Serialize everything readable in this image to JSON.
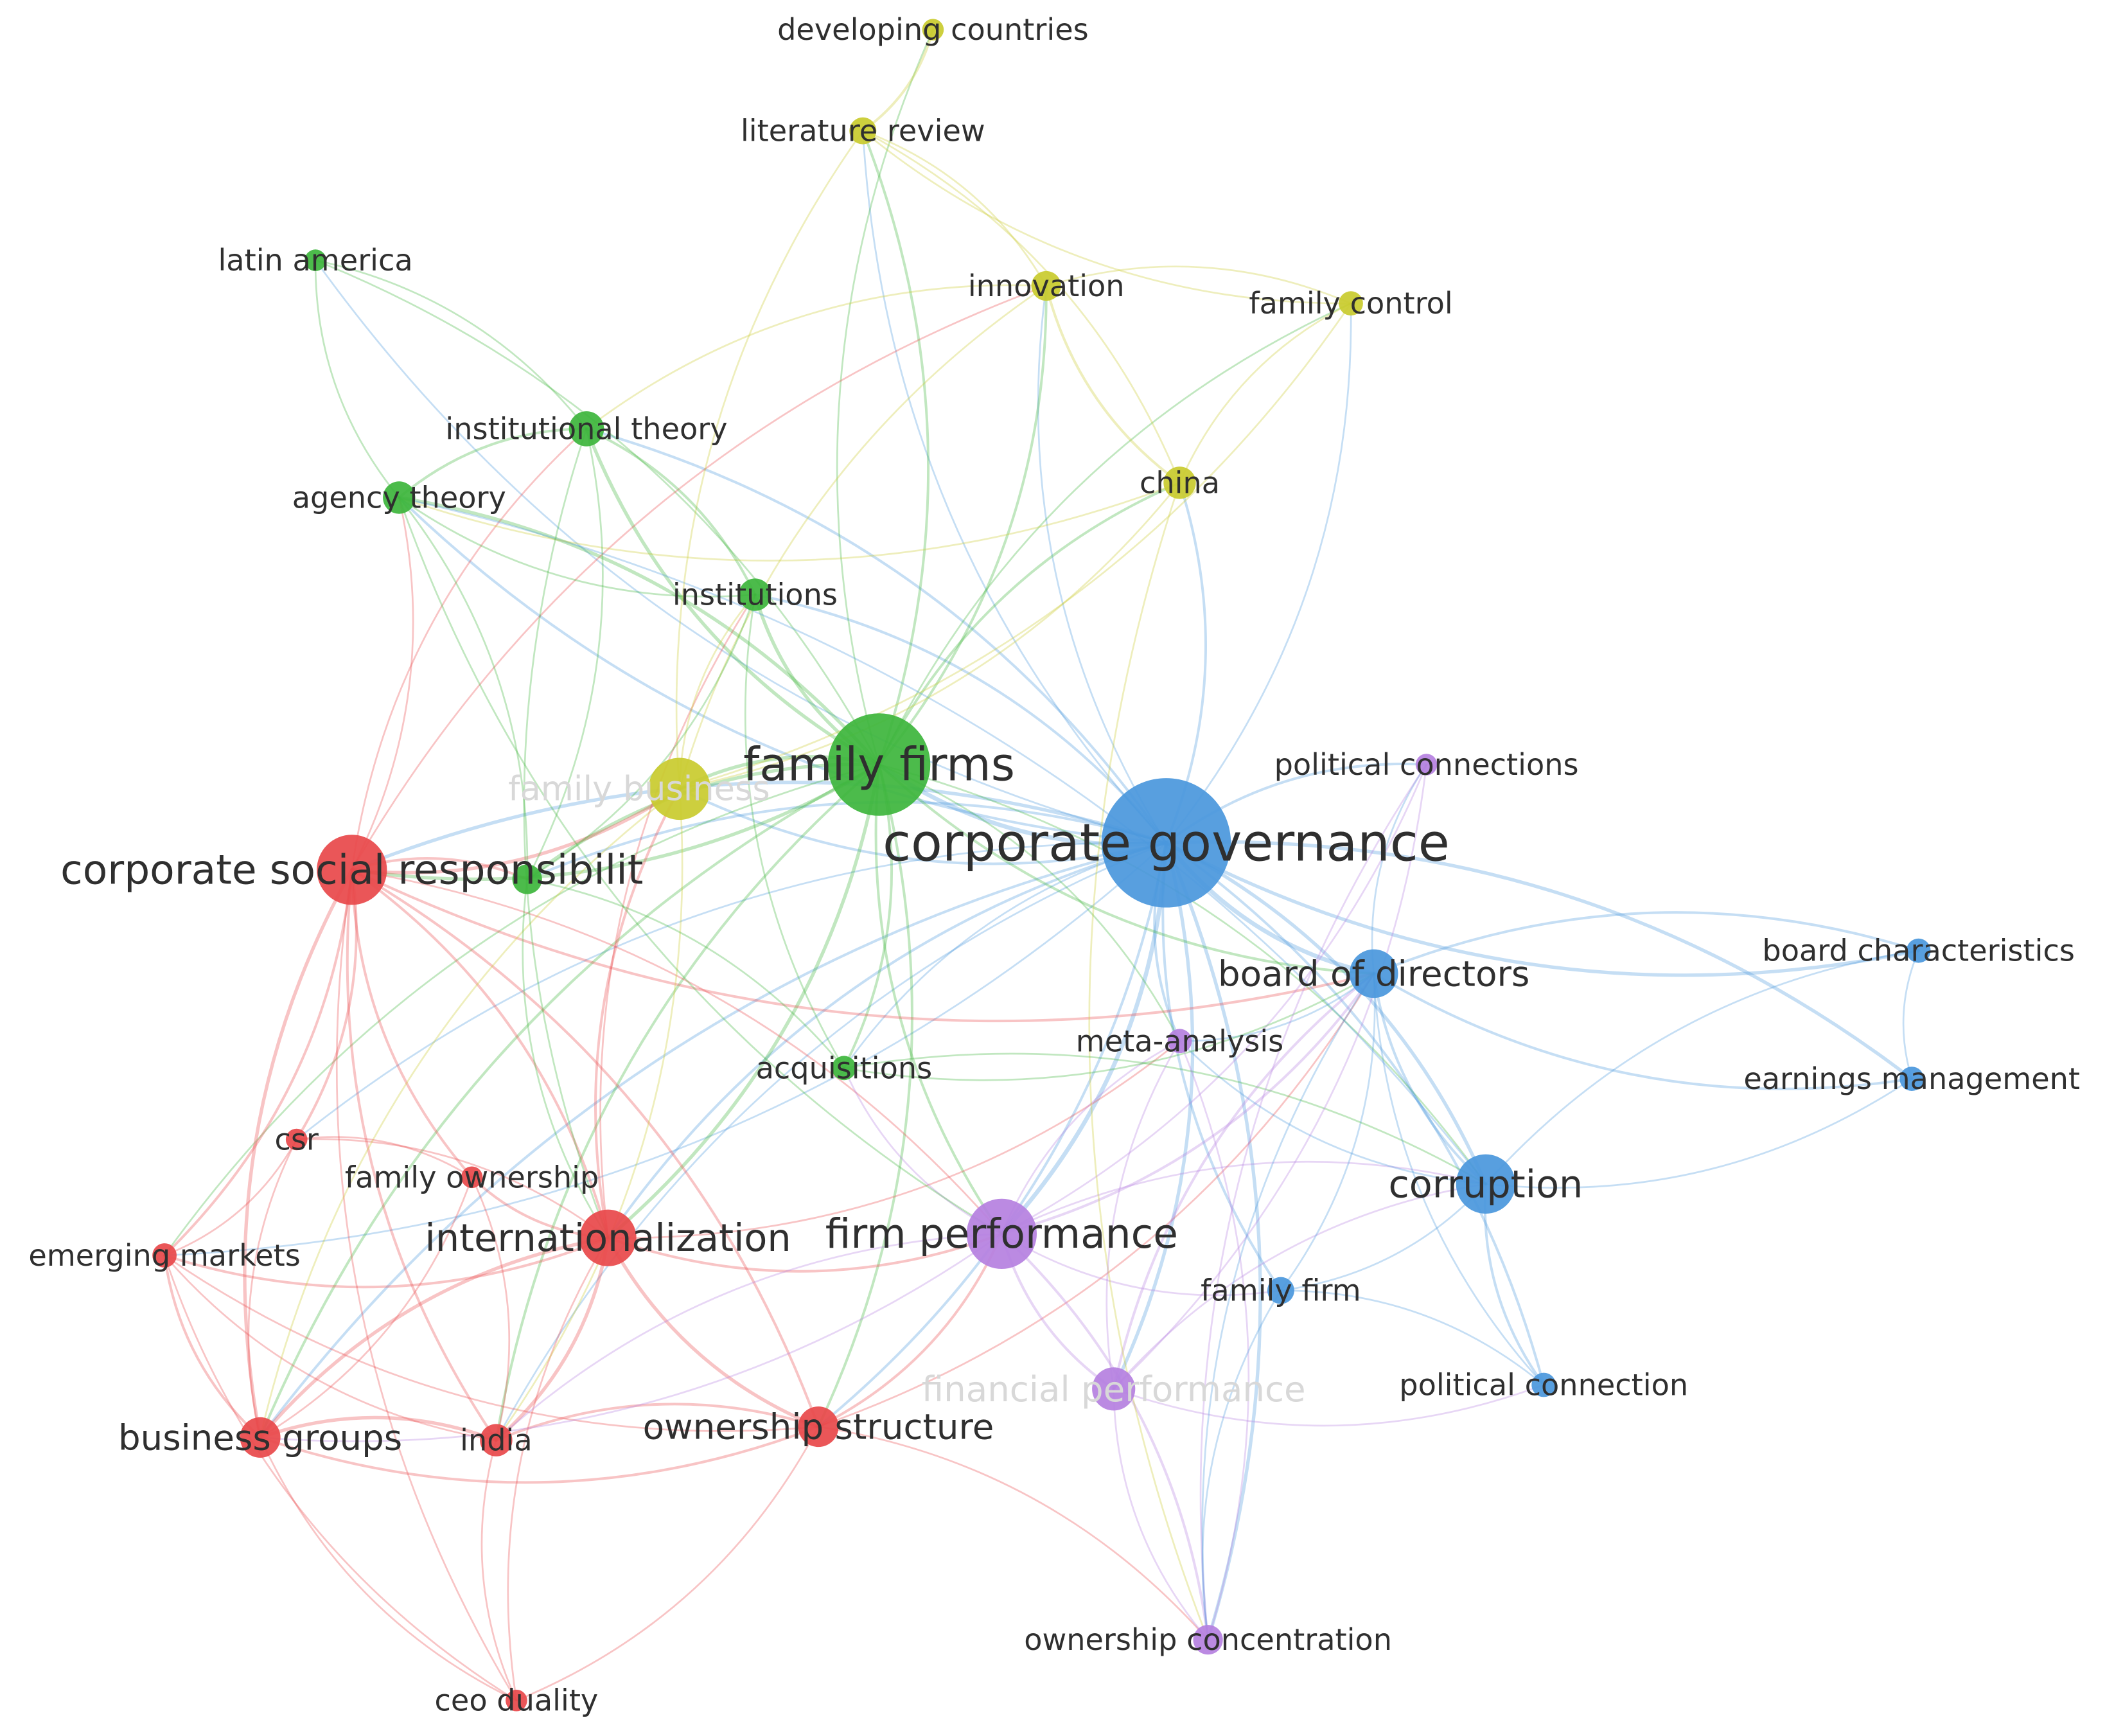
{
  "clusters": {
    "red": "#e8484a",
    "green": "#3db53c",
    "blue": "#4a97dc",
    "yellow": "#c9cb2e",
    "purple": "#b580e0"
  },
  "nodes": [
    {
      "id": "corporate-governance",
      "label": "corporate governance",
      "cluster": "blue",
      "weight": 100
    },
    {
      "id": "family-firms",
      "label": "family firms",
      "cluster": "green",
      "weight": 80
    },
    {
      "id": "corporate-social-responsibility",
      "label": "corporate social responsibilit",
      "cluster": "red",
      "weight": 55
    },
    {
      "id": "firm-performance",
      "label": "firm performance",
      "cluster": "purple",
      "weight": 52
    },
    {
      "id": "internationalization",
      "label": "internationalization",
      "cluster": "red",
      "weight": 44
    },
    {
      "id": "family-business",
      "label": "family business",
      "cluster": "yellow",
      "weight": 48,
      "label_faded": true
    },
    {
      "id": "board-of-directors",
      "label": "board of directors",
      "cluster": "blue",
      "weight": 40
    },
    {
      "id": "corruption",
      "label": "corruption",
      "cluster": "blue",
      "weight": 42
    },
    {
      "id": "business-groups",
      "label": "business groups",
      "cluster": "red",
      "weight": 33
    },
    {
      "id": "ownership-structure",
      "label": "ownership structure",
      "cluster": "red",
      "weight": 32
    },
    {
      "id": "india",
      "label": "india",
      "cluster": "red",
      "weight": 26
    },
    {
      "id": "financial-performance",
      "label": "financial performance",
      "cluster": "purple",
      "weight": 30,
      "label_faded": true
    },
    {
      "id": "institutional-theory",
      "label": "institutional theory",
      "cluster": "green",
      "weight": 27
    },
    {
      "id": "agency-theory",
      "label": "agency theory",
      "cluster": "green",
      "weight": 25
    },
    {
      "id": "institutions",
      "label": "institutions",
      "cluster": "green",
      "weight": 25
    },
    {
      "id": "green-node",
      "label": "",
      "cluster": "green",
      "weight": 24
    },
    {
      "id": "innovation",
      "label": "innovation",
      "cluster": "yellow",
      "weight": 24
    },
    {
      "id": "china",
      "label": "china",
      "cluster": "yellow",
      "weight": 25
    },
    {
      "id": "literature-review",
      "label": "literature review",
      "cluster": "yellow",
      "weight": 22
    },
    {
      "id": "family-control",
      "label": "family control",
      "cluster": "yellow",
      "weight": 20
    },
    {
      "id": "developing-countries",
      "label": "developing countries",
      "cluster": "yellow",
      "weight": 18
    },
    {
      "id": "latin-america",
      "label": "latin america",
      "cluster": "green",
      "weight": 18
    },
    {
      "id": "acquisitions",
      "label": "acquisitions",
      "cluster": "green",
      "weight": 20
    },
    {
      "id": "political-connections",
      "label": "political connections",
      "cluster": "purple",
      "weight": 18
    },
    {
      "id": "meta-analysis",
      "label": "meta-analysis",
      "cluster": "purple",
      "weight": 20
    },
    {
      "id": "ownership-concentration",
      "label": "ownership concentration",
      "cluster": "purple",
      "weight": 24
    },
    {
      "id": "board-characteristics",
      "label": "board characteristics",
      "cluster": "blue",
      "weight": 19
    },
    {
      "id": "earnings-management",
      "label": "earnings management",
      "cluster": "blue",
      "weight": 19
    },
    {
      "id": "family-firm",
      "label": "family firm",
      "cluster": "blue",
      "weight": 22
    },
    {
      "id": "political-connection",
      "label": "political connection",
      "cluster": "blue",
      "weight": 20
    },
    {
      "id": "csr",
      "label": "csr",
      "cluster": "red",
      "weight": 18
    },
    {
      "id": "family-ownership",
      "label": "family ownership",
      "cluster": "red",
      "weight": 18
    },
    {
      "id": "emerging-markets",
      "label": "emerging markets",
      "cluster": "red",
      "weight": 20
    },
    {
      "id": "ceo-duality",
      "label": "ceo duality",
      "cluster": "red",
      "weight": 18
    }
  ],
  "edges": [
    [
      "corporate-governance",
      "family-firms",
      4
    ],
    [
      "corporate-governance",
      "corporate-social-responsibility",
      3
    ],
    [
      "corporate-governance",
      "firm-performance",
      4
    ],
    [
      "corporate-governance",
      "board-of-directors",
      4
    ],
    [
      "corporate-governance",
      "corruption",
      3
    ],
    [
      "corporate-governance",
      "internationalization",
      2
    ],
    [
      "corporate-governance",
      "family-business",
      2
    ],
    [
      "corporate-governance",
      "business-groups",
      2
    ],
    [
      "corporate-governance",
      "ownership-structure",
      2
    ],
    [
      "corporate-governance",
      "india",
      1
    ],
    [
      "corporate-governance",
      "financial-performance",
      3
    ],
    [
      "corporate-governance",
      "institutional-theory",
      2
    ],
    [
      "corporate-governance",
      "agency-theory",
      2
    ],
    [
      "corporate-governance",
      "institutions",
      2
    ],
    [
      "corporate-governance",
      "innovation",
      1
    ],
    [
      "corporate-governance",
      "china",
      2
    ],
    [
      "corporate-governance",
      "literature-review",
      1
    ],
    [
      "corporate-governance",
      "family-control",
      1
    ],
    [
      "corporate-governance",
      "latin-america",
      1
    ],
    [
      "corporate-governance",
      "acquisitions",
      1
    ],
    [
      "corporate-governance",
      "political-connections",
      2
    ],
    [
      "corporate-governance",
      "meta-analysis",
      2
    ],
    [
      "corporate-governance",
      "ownership-concentration",
      3
    ],
    [
      "corporate-governance",
      "board-characteristics",
      3
    ],
    [
      "corporate-governance",
      "earnings-management",
      3
    ],
    [
      "corporate-governance",
      "family-firm",
      2
    ],
    [
      "corporate-governance",
      "political-connection",
      2
    ],
    [
      "corporate-governance",
      "csr",
      1
    ],
    [
      "corporate-governance",
      "emerging-markets",
      1
    ],
    [
      "corporate-governance",
      "green-node",
      2
    ],
    [
      "family-firms",
      "corporate-social-responsibility",
      3
    ],
    [
      "family-firms",
      "firm-performance",
      2
    ],
    [
      "family-firms",
      "internationalization",
      3
    ],
    [
      "family-firms",
      "family-business",
      3
    ],
    [
      "family-firms",
      "institutional-theory",
      3
    ],
    [
      "family-firms",
      "agency-theory",
      3
    ],
    [
      "family-firms",
      "institutions",
      3
    ],
    [
      "family-firms",
      "innovation",
      2
    ],
    [
      "family-firms",
      "china",
      2
    ],
    [
      "family-firms",
      "literature-review",
      2
    ],
    [
      "family-firms",
      "developing-countries",
      1
    ],
    [
      "family-firms",
      "latin-america",
      1
    ],
    [
      "family-firms",
      "acquisitions",
      2
    ],
    [
      "family-firms",
      "board-of-directors",
      2
    ],
    [
      "family-firms",
      "corruption",
      1
    ],
    [
      "family-firms",
      "business-groups",
      2
    ],
    [
      "family-firms",
      "ownership-structure",
      2
    ],
    [
      "family-firms",
      "india",
      2
    ],
    [
      "family-firms",
      "meta-analysis",
      1
    ],
    [
      "family-firms",
      "green-node",
      3
    ],
    [
      "family-firms",
      "family-control",
      1
    ],
    [
      "family-firms",
      "emerging-markets",
      1
    ],
    [
      "corporate-social-responsibility",
      "internationalization",
      2
    ],
    [
      "corporate-social-responsibility",
      "business-groups",
      3
    ],
    [
      "corporate-social-responsibility",
      "emerging-markets",
      2
    ],
    [
      "corporate-social-responsibility",
      "india",
      2
    ],
    [
      "corporate-social-responsibility",
      "csr",
      2
    ],
    [
      "corporate-social-responsibility",
      "family-ownership",
      2
    ],
    [
      "corporate-social-responsibility",
      "ownership-structure",
      2
    ],
    [
      "corporate-social-responsibility",
      "family-business",
      3
    ],
    [
      "corporate-social-responsibility",
      "green-node",
      2
    ],
    [
      "corporate-social-responsibility",
      "agency-theory",
      1
    ],
    [
      "corporate-social-responsibility",
      "institutional-theory",
      1
    ],
    [
      "corporate-social-responsibility",
      "ceo-duality",
      1
    ],
    [
      "corporate-social-responsibility",
      "firm-performance",
      1
    ],
    [
      "corporate-social-responsibility",
      "board-of-directors",
      2
    ],
    [
      "corporate-social-responsibility",
      "innovation",
      1
    ],
    [
      "internationalization",
      "business-groups",
      3
    ],
    [
      "internationalization",
      "india",
      3
    ],
    [
      "internationalization",
      "ownership-structure",
      3
    ],
    [
      "internationalization",
      "emerging-markets",
      2
    ],
    [
      "internationalization",
      "csr",
      1
    ],
    [
      "internationalization",
      "family-ownership",
      2
    ],
    [
      "internationalization",
      "firm-performance",
      2
    ],
    [
      "internationalization",
      "family-business",
      2
    ],
    [
      "internationalization",
      "ceo-duality",
      1
    ],
    [
      "internationalization",
      "institutions",
      1
    ],
    [
      "internationalization",
      "meta-analysis",
      1
    ],
    [
      "business-groups",
      "india",
      3
    ],
    [
      "business-groups",
      "ownership-structure",
      2
    ],
    [
      "business-groups",
      "emerging-markets",
      2
    ],
    [
      "business-groups",
      "ceo-duality",
      1
    ],
    [
      "business-groups",
      "csr",
      1
    ],
    [
      "business-groups",
      "family-ownership",
      1
    ],
    [
      "india",
      "ownership-structure",
      2
    ],
    [
      "india",
      "ceo-duality",
      1
    ],
    [
      "india",
      "emerging-markets",
      1
    ],
    [
      "ownership-structure",
      "firm-performance",
      2
    ],
    [
      "ownership-structure",
      "ownership-concentration",
      1
    ],
    [
      "ownership-structure",
      "board-of-directors",
      1
    ],
    [
      "ownership-structure",
      "emerging-markets",
      1
    ],
    [
      "firm-performance",
      "financial-performance",
      2
    ],
    [
      "firm-performance",
      "ownership-concentration",
      2
    ],
    [
      "firm-performance",
      "board-of-directors",
      2
    ],
    [
      "firm-performance",
      "meta-analysis",
      1
    ],
    [
      "firm-performance",
      "political-connections",
      1
    ],
    [
      "firm-performance",
      "corruption",
      1
    ],
    [
      "firm-performance",
      "family-firm",
      1
    ],
    [
      "firm-performance",
      "acquisitions",
      1
    ],
    [
      "firm-performance",
      "india",
      1
    ],
    [
      "firm-performance",
      "business-groups",
      1
    ],
    [
      "financial-performance",
      "ownership-concentration",
      1
    ],
    [
      "financial-performance",
      "board-of-directors",
      2
    ],
    [
      "financial-performance",
      "political-connection",
      1
    ],
    [
      "financial-performance",
      "corruption",
      1
    ],
    [
      "board-of-directors",
      "corruption",
      2
    ],
    [
      "board-of-directors",
      "board-characteristics",
      2
    ],
    [
      "board-of-directors",
      "earnings-management",
      2
    ],
    [
      "board-of-directors",
      "family-firm",
      1
    ],
    [
      "board-of-directors",
      "political-connection",
      1
    ],
    [
      "board-of-directors",
      "meta-analysis",
      1
    ],
    [
      "board-of-directors",
      "ownership-concentration",
      1
    ],
    [
      "board-of-directors",
      "political-connections",
      1
    ],
    [
      "corruption",
      "political-connection",
      2
    ],
    [
      "corruption",
      "family-firm",
      1
    ],
    [
      "corruption",
      "earnings-management",
      1
    ],
    [
      "corruption",
      "board-characteristics",
      1
    ],
    [
      "corruption",
      "agency-theory",
      1
    ],
    [
      "corruption",
      "meta-analysis",
      1
    ],
    [
      "board-characteristics",
      "earnings-management",
      1
    ],
    [
      "family-business",
      "innovation",
      1
    ],
    [
      "family-business",
      "china",
      1
    ],
    [
      "family-business",
      "literature-review",
      1
    ],
    [
      "family-business",
      "family-control",
      1
    ],
    [
      "family-business",
      "india",
      1
    ],
    [
      "family-business",
      "business-groups",
      1
    ],
    [
      "family-business",
      "institutions",
      1
    ],
    [
      "literature-review",
      "developing-countries",
      2
    ],
    [
      "literature-review",
      "innovation",
      1
    ],
    [
      "literature-review",
      "family-control",
      1
    ],
    [
      "literature-review",
      "china",
      1
    ],
    [
      "innovation",
      "china",
      2
    ],
    [
      "innovation",
      "family-control",
      1
    ],
    [
      "innovation",
      "institutional-theory",
      1
    ],
    [
      "china",
      "family-control",
      1
    ],
    [
      "china",
      "ownership-concentration",
      1
    ],
    [
      "china",
      "agency-theory",
      1
    ],
    [
      "institutional-theory",
      "agency-theory",
      2
    ],
    [
      "institutional-theory",
      "institutions",
      2
    ],
    [
      "institutional-theory",
      "latin-america",
      1
    ],
    [
      "institutional-theory",
      "green-node",
      1
    ],
    [
      "institutional-theory",
      "internationalization",
      1
    ],
    [
      "agency-theory",
      "latin-america",
      1
    ],
    [
      "agency-theory",
      "institutions",
      1
    ],
    [
      "agency-theory",
      "green-node",
      1
    ],
    [
      "agency-theory",
      "firm-performance",
      1
    ],
    [
      "institutions",
      "green-node",
      1
    ],
    [
      "institutions",
      "acquisitions",
      1
    ],
    [
      "green-node",
      "acquisitions",
      1
    ],
    [
      "green-node",
      "internationalization",
      1
    ],
    [
      "acquisitions",
      "corruption",
      1
    ],
    [
      "acquisitions",
      "board-of-directors",
      1
    ],
    [
      "meta-analysis",
      "ownership-concentration",
      1
    ],
    [
      "meta-analysis",
      "financial-performance",
      1
    ],
    [
      "political-connections",
      "financial-performance",
      1
    ],
    [
      "political-connections",
      "ownership-concentration",
      1
    ],
    [
      "family-firm",
      "political-connection",
      1
    ],
    [
      "family-firm",
      "ownership-concentration",
      1
    ],
    [
      "csr",
      "family-ownership",
      1
    ],
    [
      "emerging-markets",
      "csr",
      1
    ],
    [
      "family-ownership",
      "india",
      1
    ],
    [
      "ceo-duality",
      "ownership-structure",
      1
    ],
    [
      "ceo-duality",
      "emerging-markets",
      1
    ]
  ]
}
